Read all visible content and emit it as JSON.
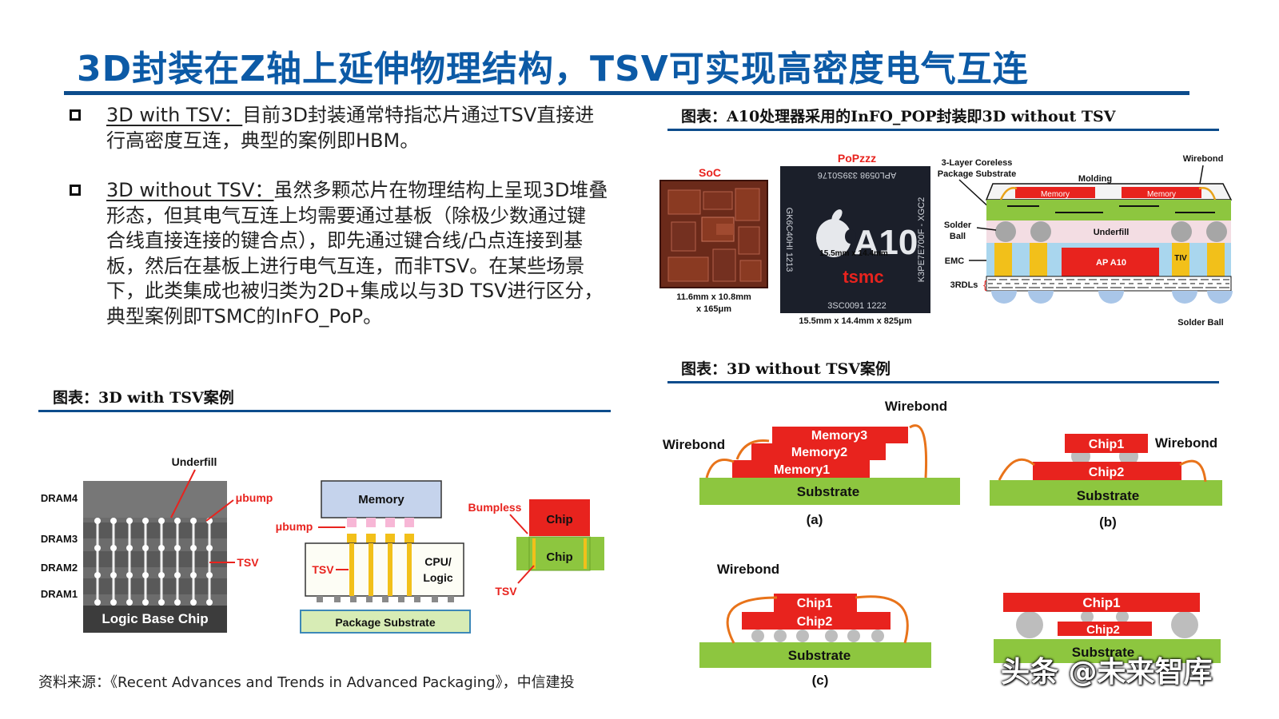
{
  "slide": {
    "title": "3D封装在Z轴上延伸物理结构，TSV可实现高密度电气互连"
  },
  "bullets": [
    {
      "term": "3D with TSV：",
      "lines": [
        "目前3D封装通常特指芯片通过TSV直接进",
        "行高密度互连，典型的案例即HBM。"
      ]
    },
    {
      "term": "3D without TSV：",
      "lines": [
        "虽然多颗芯片在物理结构上呈现3D堆叠",
        "形态，但其电气互连上均需要通过基板（除极少数通过键",
        "合线直接连接的键合点），即先通过键合线/凸点连接到基",
        "板，然后在基板上进行电气互连，而非TSV。在某些场景",
        "下，此类集成也被归类为2D+集成以与3D TSV进行区分，",
        "典型案例即TSMC的InFO_PoP。"
      ]
    }
  ],
  "figures": {
    "a10": {
      "title": "图表：A10处理器采用的InFO_POP封装即3D without TSV",
      "soc_label": "SoC",
      "soc_dims": [
        "11.6mm x 10.8mm",
        "x 165μm"
      ],
      "pop_label": "PoPzzz",
      "pop_dims": "15.5mm x 14.4mm x 825μm",
      "chip_text": {
        "top": "APL0598  339S0176",
        "side_left": "GK6C40HI  1213",
        "side_right": "K3PE7E700F - XGC2",
        "logo": "A10",
        "brand": "tsmc",
        "bottom": "3SC0091  1222",
        "overlay": "15.5mm x 14.4mm"
      },
      "cross_section": {
        "substrate_label": [
          "3-Layer Coreless",
          "Package Substrate"
        ],
        "wirebond": "Wirebond",
        "molding": "Molding",
        "memory": "Memory",
        "solder_ball_left": [
          "Solder",
          "Ball"
        ],
        "underfill": "Underfill",
        "emc": "EMC",
        "ap": "AP A10",
        "tiv": "TIV",
        "rdl": "3RDLs",
        "solder_ball_bottom": "Solder Ball"
      }
    },
    "with_tsv": {
      "title": "图表：3D with TSV案例",
      "hbm": {
        "underfill": "Underfill",
        "ubump": "μbump",
        "tsv": "TSV",
        "layers": [
          "DRAM4",
          "DRAM3",
          "DRAM2",
          "DRAM1"
        ],
        "base": "Logic Base Chip"
      },
      "cpu": {
        "memory": "Memory",
        "ubump": "μbump",
        "tsv": "TSV",
        "logic": [
          "CPU/",
          "Logic"
        ],
        "substrate": "Package Substrate"
      },
      "simple": {
        "bumpless": "Bumpless",
        "chip_top": "Chip",
        "chip_bottom": "Chip",
        "tsv": "TSV"
      }
    },
    "without_tsv": {
      "title": "图表：3D without TSV案例",
      "a": {
        "memories": [
          "Memory3",
          "Memory2",
          "Memory1"
        ],
        "substrate": "Substrate",
        "wb_left": "Wirebond",
        "wb_top": "Wirebond",
        "caption": "(a)"
      },
      "b": {
        "chip1": "Chip1",
        "chip2": "Chip2",
        "substrate": "Substrate",
        "wirebond": "Wirebond",
        "caption": "(b)"
      },
      "c": {
        "chip1": "Chip1",
        "chip2": "Chip2",
        "substrate": "Substrate",
        "wirebond": "Wirebond",
        "caption": "(c)"
      },
      "d": {
        "chip1": "Chip1",
        "chip2": "Chip2",
        "substrate": "Substrate"
      }
    }
  },
  "source": "资料来源：《Recent Advances and Trends in Advanced Packaging》，中信建投",
  "watermark": "头条 @未来智库",
  "colors": {
    "title_blue": "#0c5aa6",
    "rule_blue": "#0c4c8c",
    "chip_red": "#e8231e",
    "substrate_green": "#8dc63f",
    "wire_orange": "#e8731a",
    "memory_blue": "#c5d3ec"
  }
}
